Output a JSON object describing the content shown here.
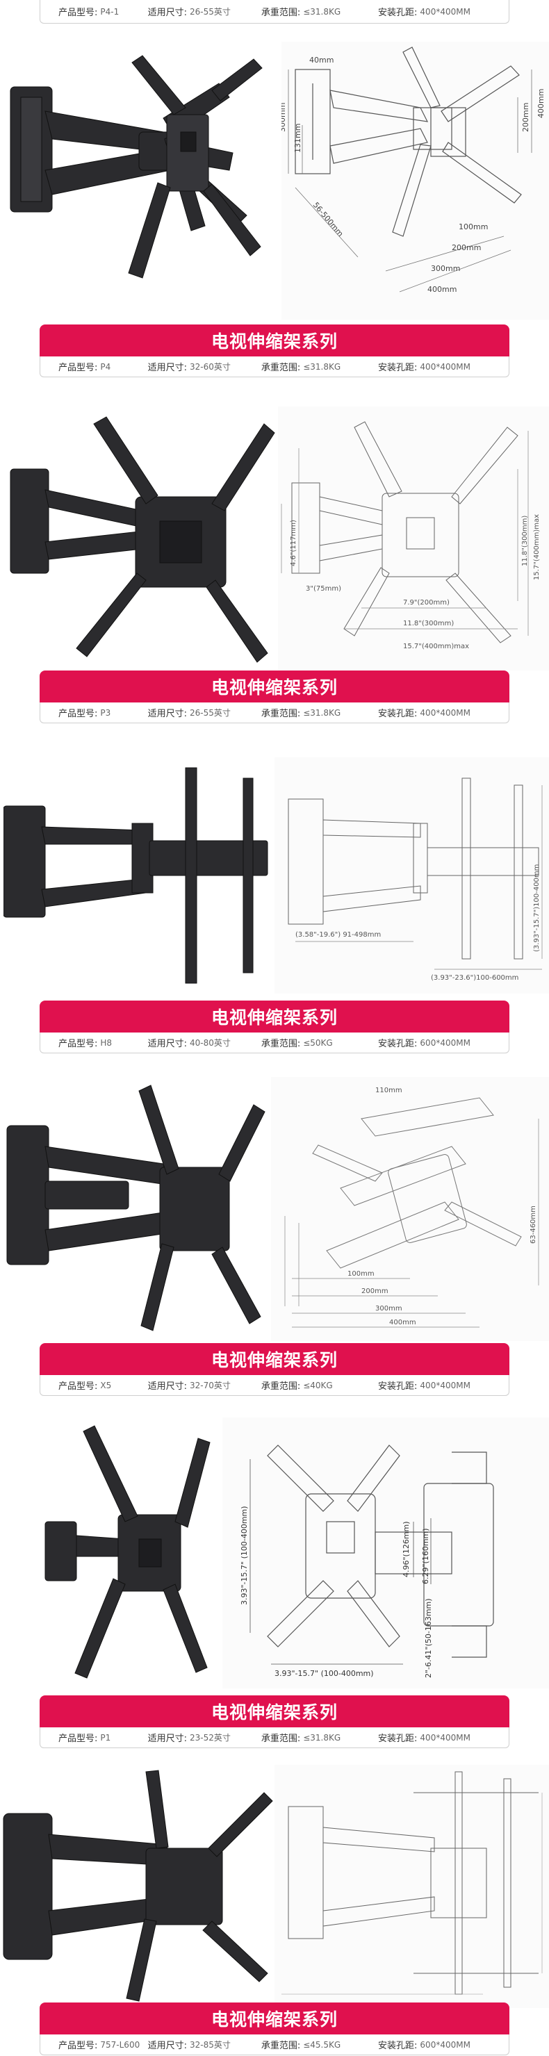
{
  "spec_labels": {
    "model": "产品型号:",
    "size": "适用尺寸:",
    "load": "承重范围:",
    "holes": "安装孔距:"
  },
  "series_title": "电视伸缩架系列",
  "products": [
    {
      "model": "P4-1",
      "size": "26-55英寸",
      "load": "≤31.8KG",
      "holes": "400*400MM",
      "dims": [
        "300mm",
        "131mm",
        "56-500mm",
        "200mm",
        "400mm",
        "200mm",
        "100mm",
        "300mm",
        "400mm",
        "40mm"
      ]
    },
    {
      "model": "P4",
      "size": "32-60英寸",
      "load": "≤31.8KG",
      "holes": "400*400MM",
      "dims": [
        "15.7\"(400mm)max",
        "11.8\"(300mm)",
        "7.9\"(200mm)",
        "11.8\"(300mm)",
        "15.7\"(400mm)max",
        "4.6\"(117mm)",
        "3\"(75mm)"
      ]
    },
    {
      "model": "P3",
      "size": "26-55英寸",
      "load": "≤31.8KG",
      "holes": "400*400MM",
      "dims": [
        "(3.58\"-19.6\") 91-498mm",
        "(3.93\"-23.6\")100-600mm",
        "(3.93\"-15.7\")100-400mm"
      ]
    },
    {
      "model": "H8",
      "size": "40-80英寸",
      "load": "≤50KG",
      "holes": "600*400MM",
      "dims": [
        "110mm",
        "100mm",
        "200mm",
        "300mm",
        "400mm",
        "63-460mm"
      ]
    },
    {
      "model": "X5",
      "size": "32-70英寸",
      "load": "≤40KG",
      "holes": "400*400MM",
      "dims": [
        "3.93\"-15.7\" (100-400mm)",
        "3.93\"-15.7\" (100-400mm)",
        "4.96\"(126mm)",
        "6.29\"(160mm)",
        "2\"-6.41\"(50-163mm)"
      ]
    },
    {
      "model": "P1",
      "size": "23-52英寸",
      "load": "≤31.8KG",
      "holes": "400*400MM",
      "dims": []
    },
    {
      "model": "757-L600",
      "size": "32-85英寸",
      "load": "≤45.5KG",
      "holes": "600*400MM",
      "dims": []
    }
  ],
  "colors": {
    "banner": "#e0114e",
    "mount_metal": "#2b2b2e",
    "line_drawing": "#555555"
  }
}
